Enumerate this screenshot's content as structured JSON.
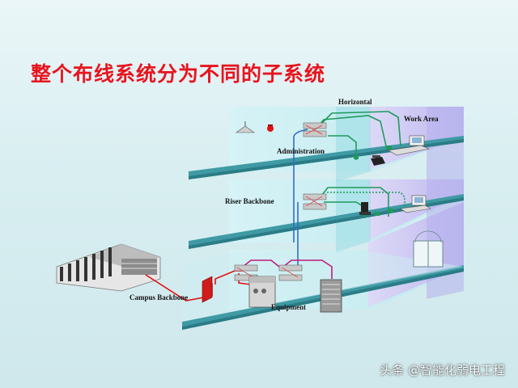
{
  "slide": {
    "title": "整个布线系统分为不同的子系统",
    "watermark": "头条 @智能化弱电工程"
  },
  "labels": {
    "horizontal": "Horizontal",
    "work_area": "Work Area",
    "administration": "Administration",
    "riser_backbone": "Riser Backbone",
    "campus_backbone": "Campus Backbone",
    "equipment": "Equipment"
  },
  "colors": {
    "title": "#e8141e",
    "floor_slab": "#3b8f9a",
    "wall_face": "#c8eef2",
    "purple_wall": "#c9c6f2",
    "cable_green": "#1f9a5a",
    "cable_blue": "#2f6fc4",
    "cable_red": "#e01010",
    "cable_magenta": "#c01c7c"
  }
}
